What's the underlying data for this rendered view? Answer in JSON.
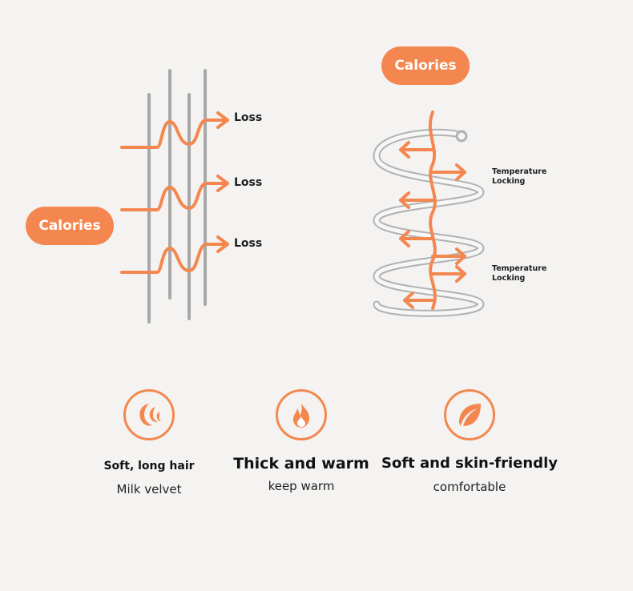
{
  "left_diagram": {
    "pill_label": "Calories",
    "loss_labels": [
      "Loss",
      "Loss",
      "Loss"
    ]
  },
  "right_diagram": {
    "pill_label": "Calories",
    "temp_labels": [
      {
        "line1": "Temperature",
        "line2": "Locking"
      },
      {
        "line1": "Temperature",
        "line2": "Locking"
      }
    ]
  },
  "features": [
    {
      "title": "Soft, long hair",
      "subtitle": "Milk velvet",
      "icon": "wave-icon"
    },
    {
      "title": "Thick and warm",
      "subtitle": "keep warm",
      "icon": "flame-icon"
    },
    {
      "title": "Soft and skin-friendly",
      "subtitle": "comfortable",
      "icon": "leaf-icon"
    }
  ],
  "colors": {
    "accent": "#f4874f",
    "fiber": "#a6a6a6",
    "background": "#f4f3f2"
  }
}
